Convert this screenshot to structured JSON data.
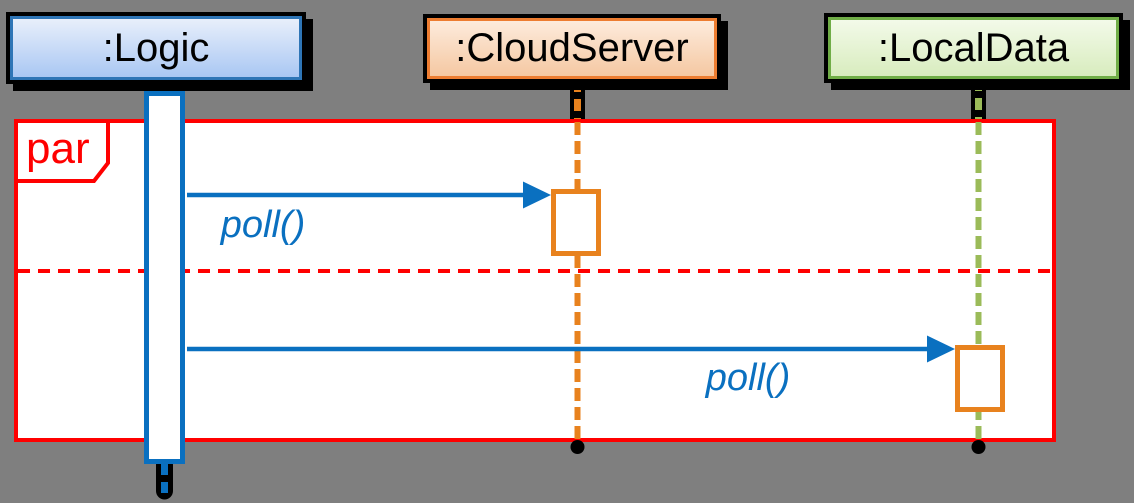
{
  "diagram": {
    "kind": "uml-sequence-diagram",
    "background_color": "#7F7F7F",
    "frame_fill": "#FFFFFF"
  },
  "lifelines": [
    {
      "label": ":Logic",
      "header_border": "#2E75B6",
      "header_fill_top": "#E8EFFB",
      "header_fill_bottom": "#A9C7F3",
      "lifeline_color": "#0A70C0",
      "activation_border": "#0A70C0"
    },
    {
      "label": ":CloudServer",
      "header_border": "#ED7D31",
      "header_fill_top": "#FDEBDC",
      "header_fill_bottom": "#F5C8A2",
      "lifeline_color": "#E8821E",
      "activation_border": "#E8821E"
    },
    {
      "label": ":LocalData",
      "header_border": "#70AD47",
      "header_fill_top": "#F3FAE9",
      "header_fill_bottom": "#D8ECBE",
      "lifeline_color": "#9BBB59",
      "activation_border": "#E8821E"
    }
  ],
  "fragment": {
    "operator": "par",
    "border_color": "#FF0000",
    "divider_style": "dashed",
    "regions": 2
  },
  "messages": [
    {
      "label": "poll()",
      "from": ":Logic",
      "to": ":CloudServer",
      "color": "#0A70C0",
      "region": 1
    },
    {
      "label": "poll()",
      "from": ":Logic",
      "to": ":LocalData",
      "color": "#0A70C0",
      "region": 2
    }
  ]
}
